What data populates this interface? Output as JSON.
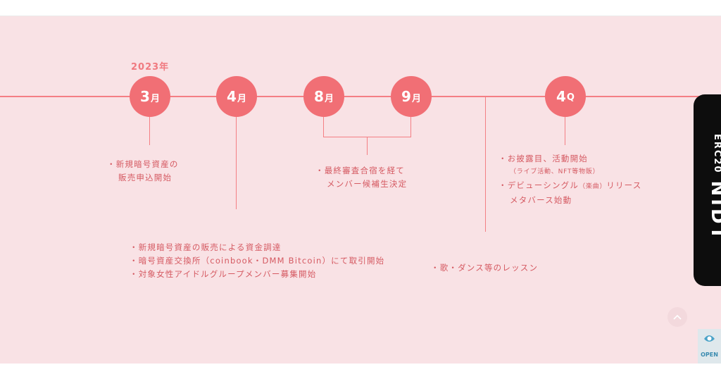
{
  "timeline": {
    "year": "2023年",
    "months": [
      {
        "num": "3",
        "unit": "月"
      },
      {
        "num": "4",
        "unit": "月"
      },
      {
        "num": "8",
        "unit": "月"
      },
      {
        "num": "9",
        "unit": "月"
      },
      {
        "num": "4",
        "unit": "Q"
      }
    ],
    "events": {
      "mar": [
        "・新規暗号資産の",
        "販売申込開始"
      ],
      "apr": [
        "・新規暗号資産の販売による資金調達",
        "・暗号資産交換所（coinbook・DMM Bitcoin）にて取引開始",
        "・対象女性アイドルグループメンバー募集開始"
      ],
      "aug_sep": [
        "・最終審査合宿を経て",
        "メンバー候補生決定"
      ],
      "lesson": "・歌・ダンス等のレッスン",
      "q4": {
        "line1": "・お披露目、活動開始",
        "line2": "（ライブ活動、NFT等物販）",
        "line3_a": "・デビューシングル",
        "line3_b": "（楽曲）",
        "line3_c": "リリース",
        "line4": "メタバース始動"
      }
    }
  },
  "side_tab": {
    "label_small": "ERC20",
    "label_large": "NIDT"
  },
  "badge": {
    "label": "OPEN"
  },
  "colors": {
    "accent": "#f16f75",
    "background": "#f9e2e5",
    "text": "#d55a62"
  },
  "icons": [
    "chevron-up-icon",
    "open-badge-icon"
  ]
}
